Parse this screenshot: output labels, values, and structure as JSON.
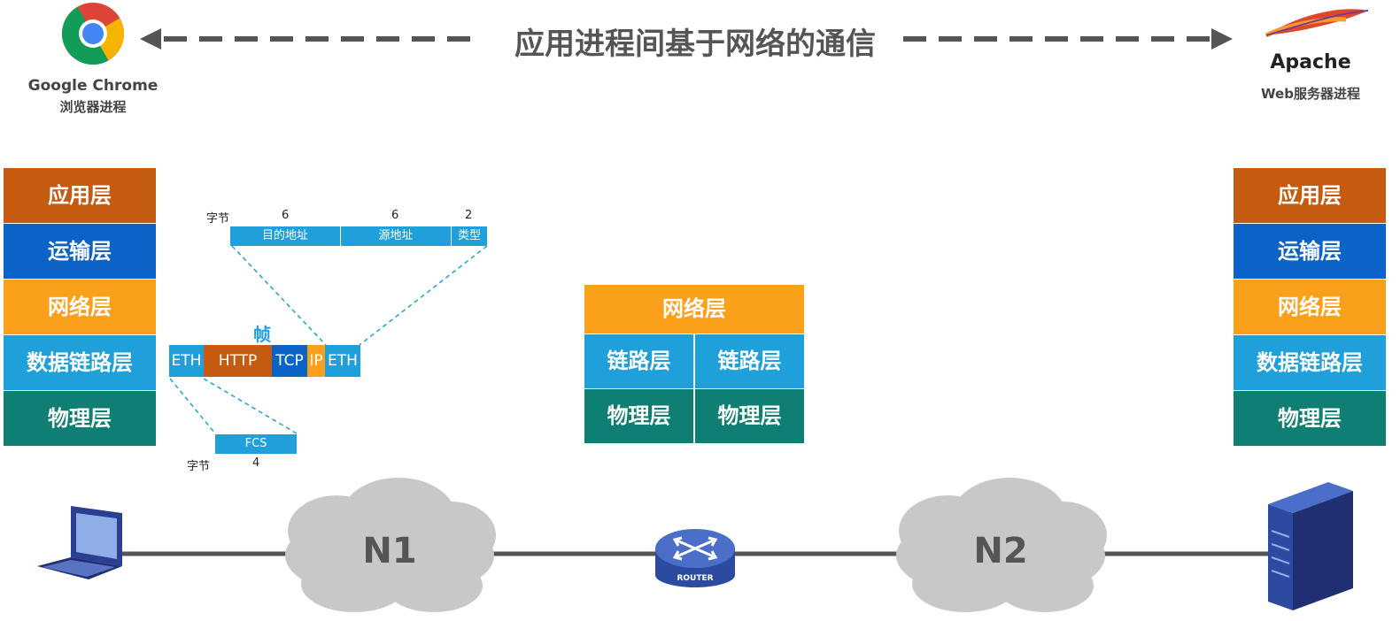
{
  "title": "应用进程间基于网络的通信",
  "client": {
    "name": "Google Chrome",
    "subtitle": "浏览器进程"
  },
  "server": {
    "name": "Apache",
    "subtitle": "Web服务器进程"
  },
  "host_stack": [
    "应用层",
    "运输层",
    "网络层",
    "数据链路层",
    "物理层"
  ],
  "router_stack": {
    "network": "网络层",
    "link": [
      "链路层",
      "链路层"
    ],
    "physical": [
      "物理层",
      "物理层"
    ]
  },
  "frame": {
    "title": "帧",
    "bytes_label": "字节",
    "segments": [
      "ETH",
      "HTTP",
      "TCP",
      "IP",
      "ETH"
    ],
    "header_fields": [
      "目的地址",
      "源地址",
      "类型"
    ],
    "header_sizes": [
      "6",
      "6",
      "2"
    ],
    "trailer_field": "FCS",
    "trailer_size": "4"
  },
  "network": {
    "n1": "N1",
    "n2": "N2",
    "router_label": "ROUTER"
  },
  "colors": {
    "application": "#c55a11",
    "transport": "#0b63c7",
    "network": "#fba01a",
    "link": "#20a0da",
    "physical": "#0e7f72"
  }
}
